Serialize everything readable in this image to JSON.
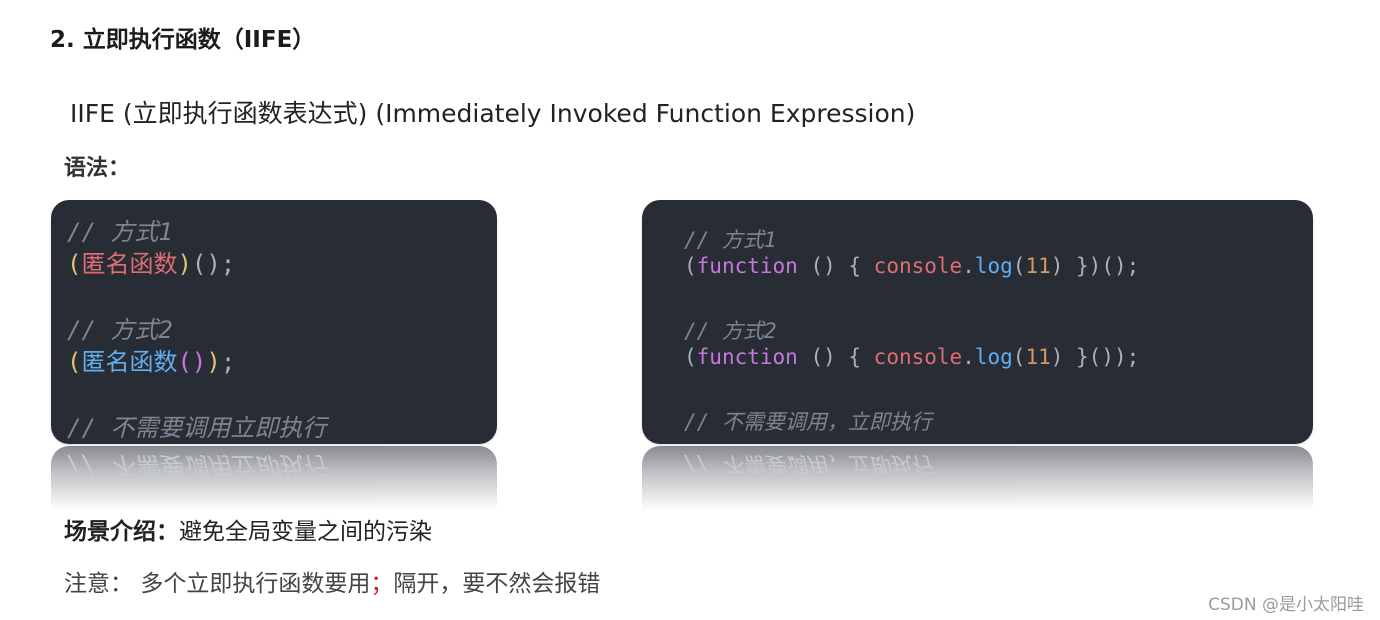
{
  "heading": "2. 立即执行函数（IIFE）",
  "intro": "IIFE (立即执行函数表达式) (Immediately Invoked Function Expression)",
  "syntax_label": "语法：",
  "left_panel": {
    "comment1": "// 方式1",
    "line1_open": "(",
    "line1_body": "匿名函数",
    "line1_close": ")",
    "line1_tail": "();",
    "comment2": "// 方式2",
    "line2_open": "(",
    "line2_body": "匿名函数",
    "line2_call": "()",
    "line2_close": ")",
    "line2_tail": ";",
    "comment3": "// 不需要调用立即执行"
  },
  "right_panel": {
    "comment1": "// 方式1",
    "l1_open": "(",
    "l1_kw": "function",
    "l1_mid": " () { ",
    "l1_obj": "console",
    "l1_dot": ".",
    "l1_fn": "log",
    "l1_p1": "(",
    "l1_num": "11",
    "l1_p2": ")",
    "l1_end": " })();",
    "comment2": "// 方式2",
    "l2_open": "(",
    "l2_kw": "function",
    "l2_mid": " () { ",
    "l2_obj": "console",
    "l2_dot": ".",
    "l2_fn": "log",
    "l2_p1": "(",
    "l2_num": "11",
    "l2_p2": ")",
    "l2_end": " }());",
    "comment3": "// 不需要调用，立即执行"
  },
  "scene_label": "场景介绍：",
  "scene_text": "避免全局变量之间的污染",
  "note_label": "注意：",
  "note_text_a": "多个立即执行函数要用",
  "note_semicolon": "；",
  "note_text_b": "隔开，要不然会报错",
  "watermark": "CSDN @是小太阳哇"
}
